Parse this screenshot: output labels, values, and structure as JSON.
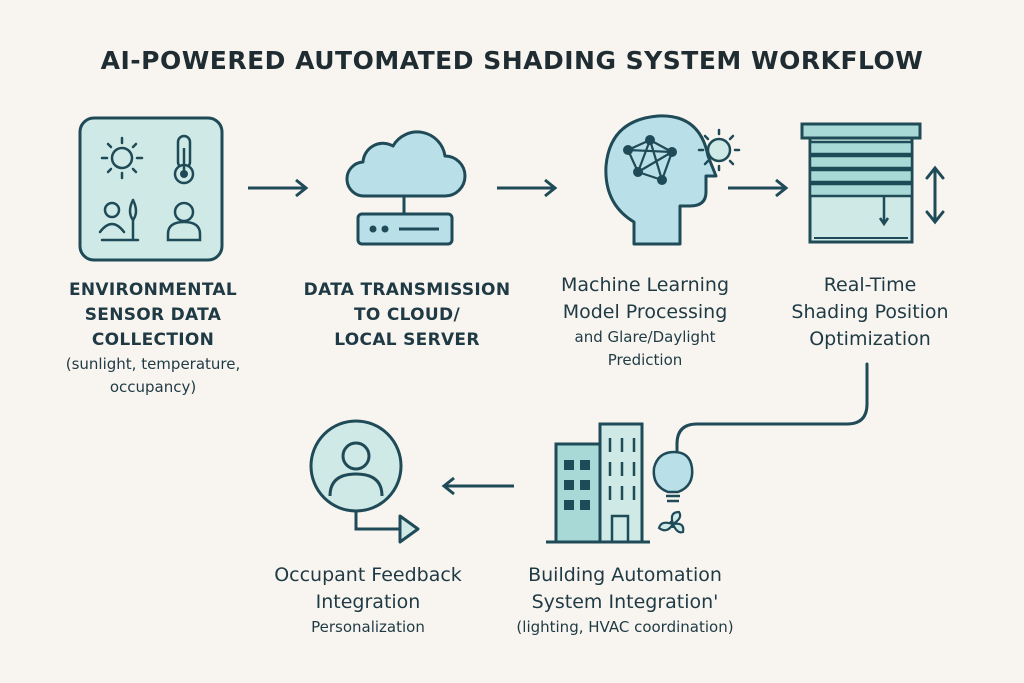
{
  "title": "AI-POWERED AUTOMATED SHADING SYSTEM WORKFLOW",
  "steps": [
    {
      "icon": "sensor-panel-icon",
      "lines": [
        "ENVIRONMENTAL",
        "SENSOR DATA",
        "COLLECTION"
      ],
      "sub": [
        "(sunlight, temperature,",
        "occupancy)"
      ]
    },
    {
      "icon": "cloud-server-icon",
      "lines": [
        "DATA TRANSMISSION",
        "TO CLOUD/",
        "LOCAL SERVER"
      ],
      "sub": []
    },
    {
      "icon": "ai-head-icon",
      "lines": [
        "Machine Learning",
        "Model Processing"
      ],
      "sub": [
        "and Glare/Daylight",
        "Prediction"
      ]
    },
    {
      "icon": "window-blind-icon",
      "lines": [
        "Real-Time",
        "Shading Position",
        "Optimization"
      ],
      "sub": []
    },
    {
      "icon": "building-automation-icon",
      "lines": [
        "Building Automation",
        "System Integration'"
      ],
      "sub": [
        "(lighting, HVAC coordination)"
      ]
    },
    {
      "icon": "occupant-feedback-icon",
      "lines": [
        "Occupant Feedback",
        "Integration"
      ],
      "sub": [
        "Personalization"
      ]
    }
  ],
  "colors": {
    "stroke": "#1f4a57",
    "fill_light": "#cfeae6",
    "fill_mid": "#a9d9d6",
    "fill_blue": "#b9dfe8",
    "background": "#f8f5f0"
  }
}
